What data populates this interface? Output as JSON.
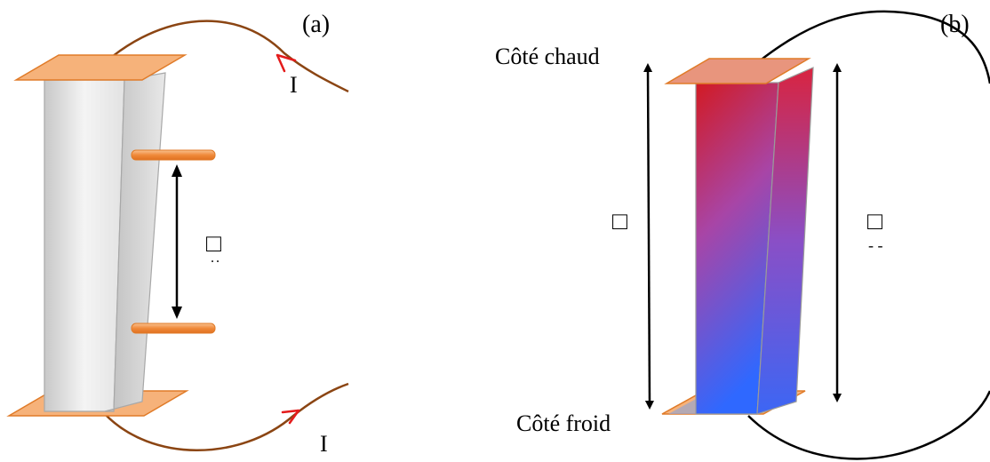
{
  "panel_a": {
    "tag": "(a)",
    "current_top": "I",
    "current_bottom": "I",
    "glyph": "□",
    "sub_glyph": "˙˙"
  },
  "panel_b": {
    "tag": "(b)",
    "hot_side": "Côté chaud",
    "cold_side": "Côté froid",
    "glyph_left": "□",
    "glyph_right": "□",
    "sub_glyph": "- -"
  },
  "colors": {
    "copper_fill": "#f6b27a",
    "copper_stroke": "#e07b28",
    "wire_a": "#8b4513",
    "wire_b": "#000000",
    "arrow_red": "#e41b1b",
    "hot": "#cc1f2b",
    "cold": "#2f6bff",
    "leg_grey": "#d6d6d6"
  }
}
